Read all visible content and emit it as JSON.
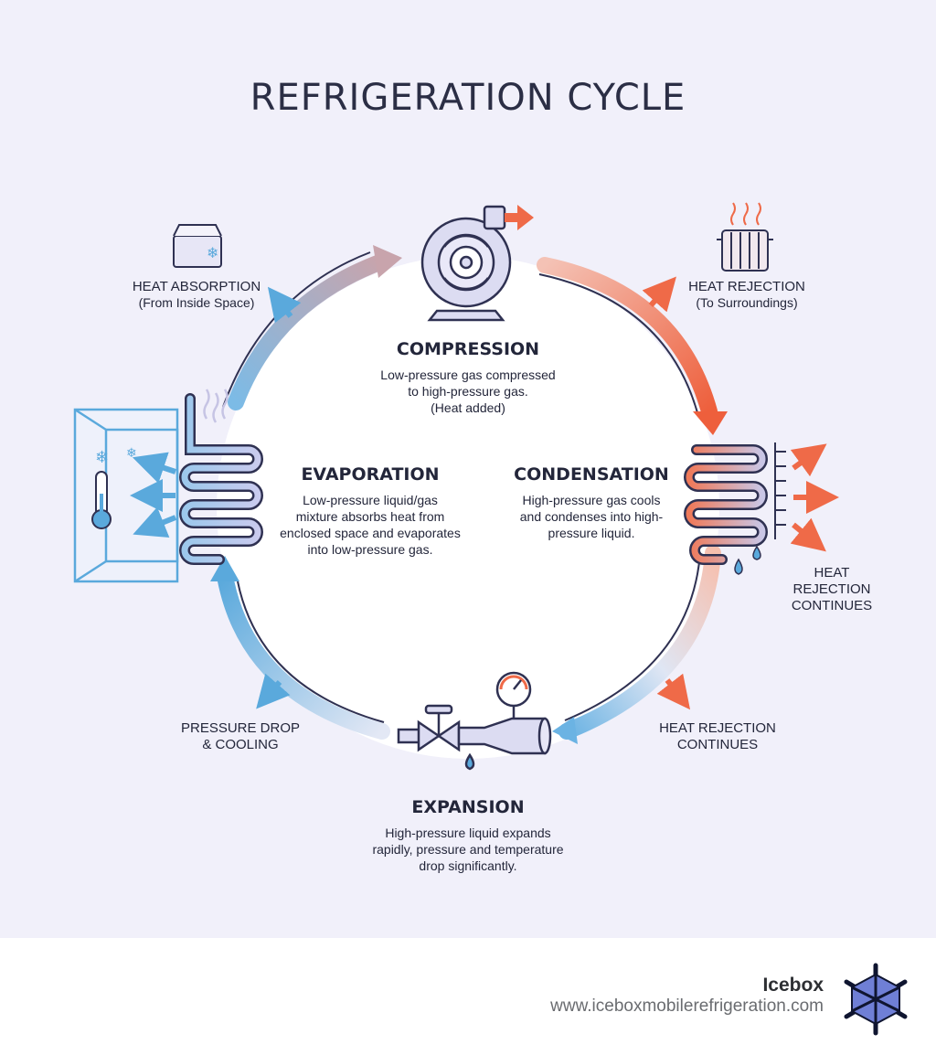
{
  "title": "REFRIGERATION CYCLE",
  "stages": {
    "compression": {
      "label": "COMPRESSION",
      "desc_lines": [
        "Low-pressure gas compressed",
        "to high-pressure gas.",
        "(Heat added)"
      ]
    },
    "evaporation": {
      "label": "EVAPORATION",
      "desc_lines": [
        "Low-pressure liquid/gas",
        "mixture absorbs heat from",
        "enclosed space and evaporates",
        "into low-pressure gas."
      ]
    },
    "condensation": {
      "label": "CONDENSATION",
      "desc_lines": [
        "High-pressure gas cools",
        "and condenses into high-",
        "pressure liquid."
      ]
    },
    "expansion": {
      "label": "EXPANSION",
      "desc_lines": [
        "High-pressure liquid expands",
        "rapidly, pressure and temperature",
        "drop significantly."
      ]
    }
  },
  "callouts": {
    "heat_absorption": {
      "line1": "HEAT ABSORPTION",
      "line2": "(From Inside Space)"
    },
    "heat_rejection_top": {
      "line1": "HEAT REJECTION",
      "line2": "(To Surroundings)"
    },
    "heat_rejection_right": {
      "lines": [
        "HEAT",
        "REJECTION",
        "CONTINUES"
      ]
    },
    "heat_rejection_bottom": {
      "lines": [
        "HEAT REJECTION",
        "CONTINUES"
      ]
    },
    "pressure_drop": {
      "lines": [
        "PRESSURE DROP",
        "& COOLING"
      ]
    }
  },
  "footer": {
    "brand": "Icebox",
    "url": "www.iceboxmobilerefrigeration.com"
  },
  "colors": {
    "background": "#f1f0fa",
    "hot": "#ef6a48",
    "cold": "#5aa9dc",
    "outline": "#2f3152",
    "component_fill": "#dcdcf2"
  }
}
